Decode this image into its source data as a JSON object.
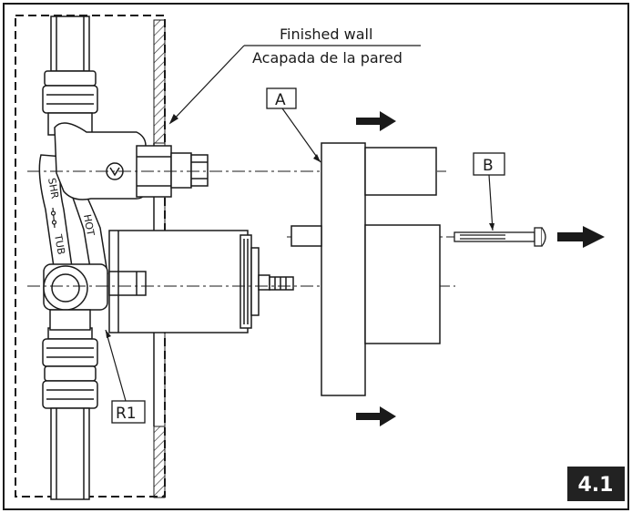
{
  "callouts": {
    "wall_label_en": "Finished wall",
    "wall_label_es": "Acapada de la pared",
    "part_a": "A",
    "part_b": "B",
    "part_r1": "R1"
  },
  "pipe_labels": {
    "shr": "SHR",
    "tub": "TUB",
    "hot": "HOT"
  },
  "figure_badge": "4.1",
  "colors": {
    "line": "#1a1a1a",
    "badge_bg": "#222222",
    "badge_text": "#ffffff"
  }
}
